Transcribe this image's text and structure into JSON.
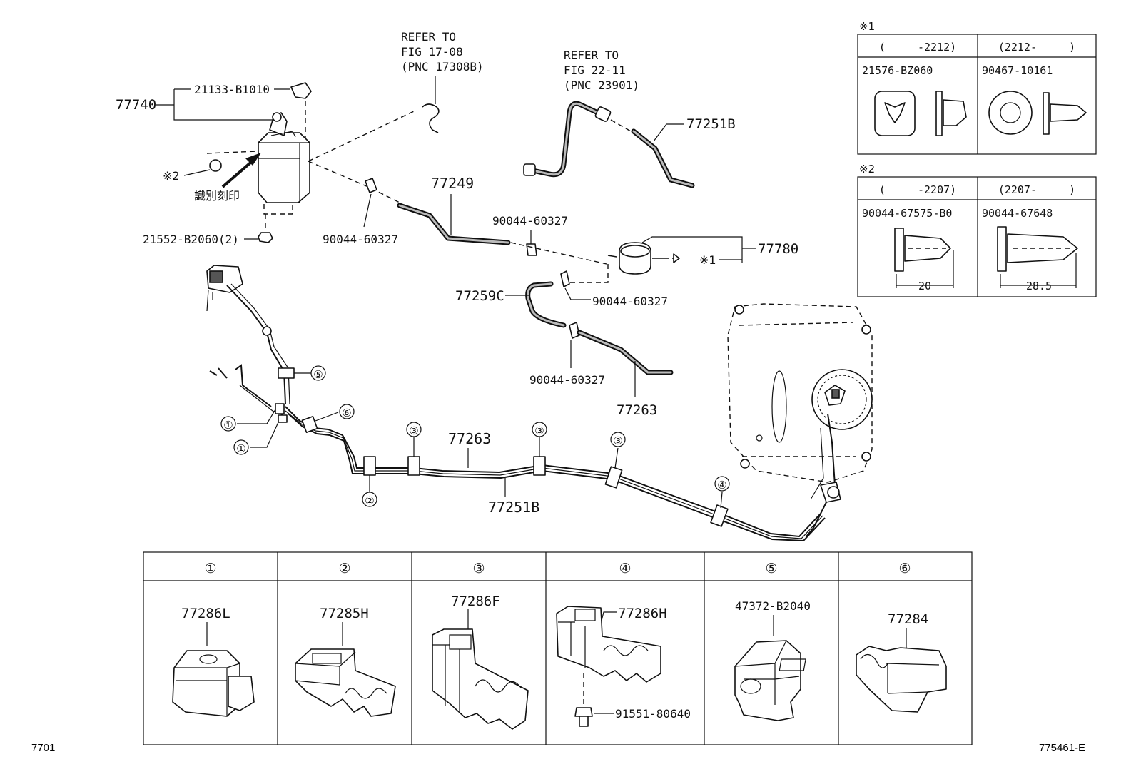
{
  "labels": {
    "canister_assy": "77740",
    "canister_cap": "21133-B1010",
    "note2_ref": "※2",
    "id_mark": "識別刻印",
    "canister_nut": "21552-B2060(2)",
    "refer1_line1": "REFER TO",
    "refer1_line2": "FIG 17-08",
    "refer1_line3": "(PNC 17308B)",
    "refer2_line1": "REFER TO",
    "refer2_line2": "FIG 22-11",
    "refer2_line3": "(PNC 23901)",
    "hose_77251b_top": "77251B",
    "hose_77249": "77249",
    "clip_a": "90044-60327",
    "clip_b": "90044-60327",
    "clip_c": "90044-60327",
    "clip_d": "90044-60327",
    "valve_77780": "77780",
    "note1_ref": "※1",
    "hose_77259c": "77259C",
    "hose_77263_right": "77263",
    "hose_77263_main": "77263",
    "hose_77251b_main": "77251B",
    "circ1a": "①",
    "circ1b": "①",
    "circ2": "②",
    "circ3a": "③",
    "circ3b": "③",
    "circ3c": "③",
    "circ4": "④",
    "circ5": "⑤",
    "circ6": "⑥",
    "footer_left": "7701",
    "footer_right": "775461-E"
  },
  "note1": {
    "mark": "※1",
    "col1_header": "(     -2212)",
    "col2_header": "(2212-     )",
    "col1_part": "21576-BZ060",
    "col2_part": "90467-10161"
  },
  "note2": {
    "mark": "※2",
    "col1_header": "(     -2207)",
    "col2_header": "(2207-     )",
    "col1_part": "90044-67575-B0",
    "col2_part": "90044-67648",
    "col1_dim": "20",
    "col2_dim": "28.5"
  },
  "clamps": {
    "headers": [
      "①",
      "②",
      "③",
      "④",
      "⑤",
      "⑥"
    ],
    "parts": [
      "77286L",
      "77285H",
      "77286F",
      "77286H",
      "47372-B2040",
      "77284"
    ],
    "bolt": "91551-80640"
  }
}
